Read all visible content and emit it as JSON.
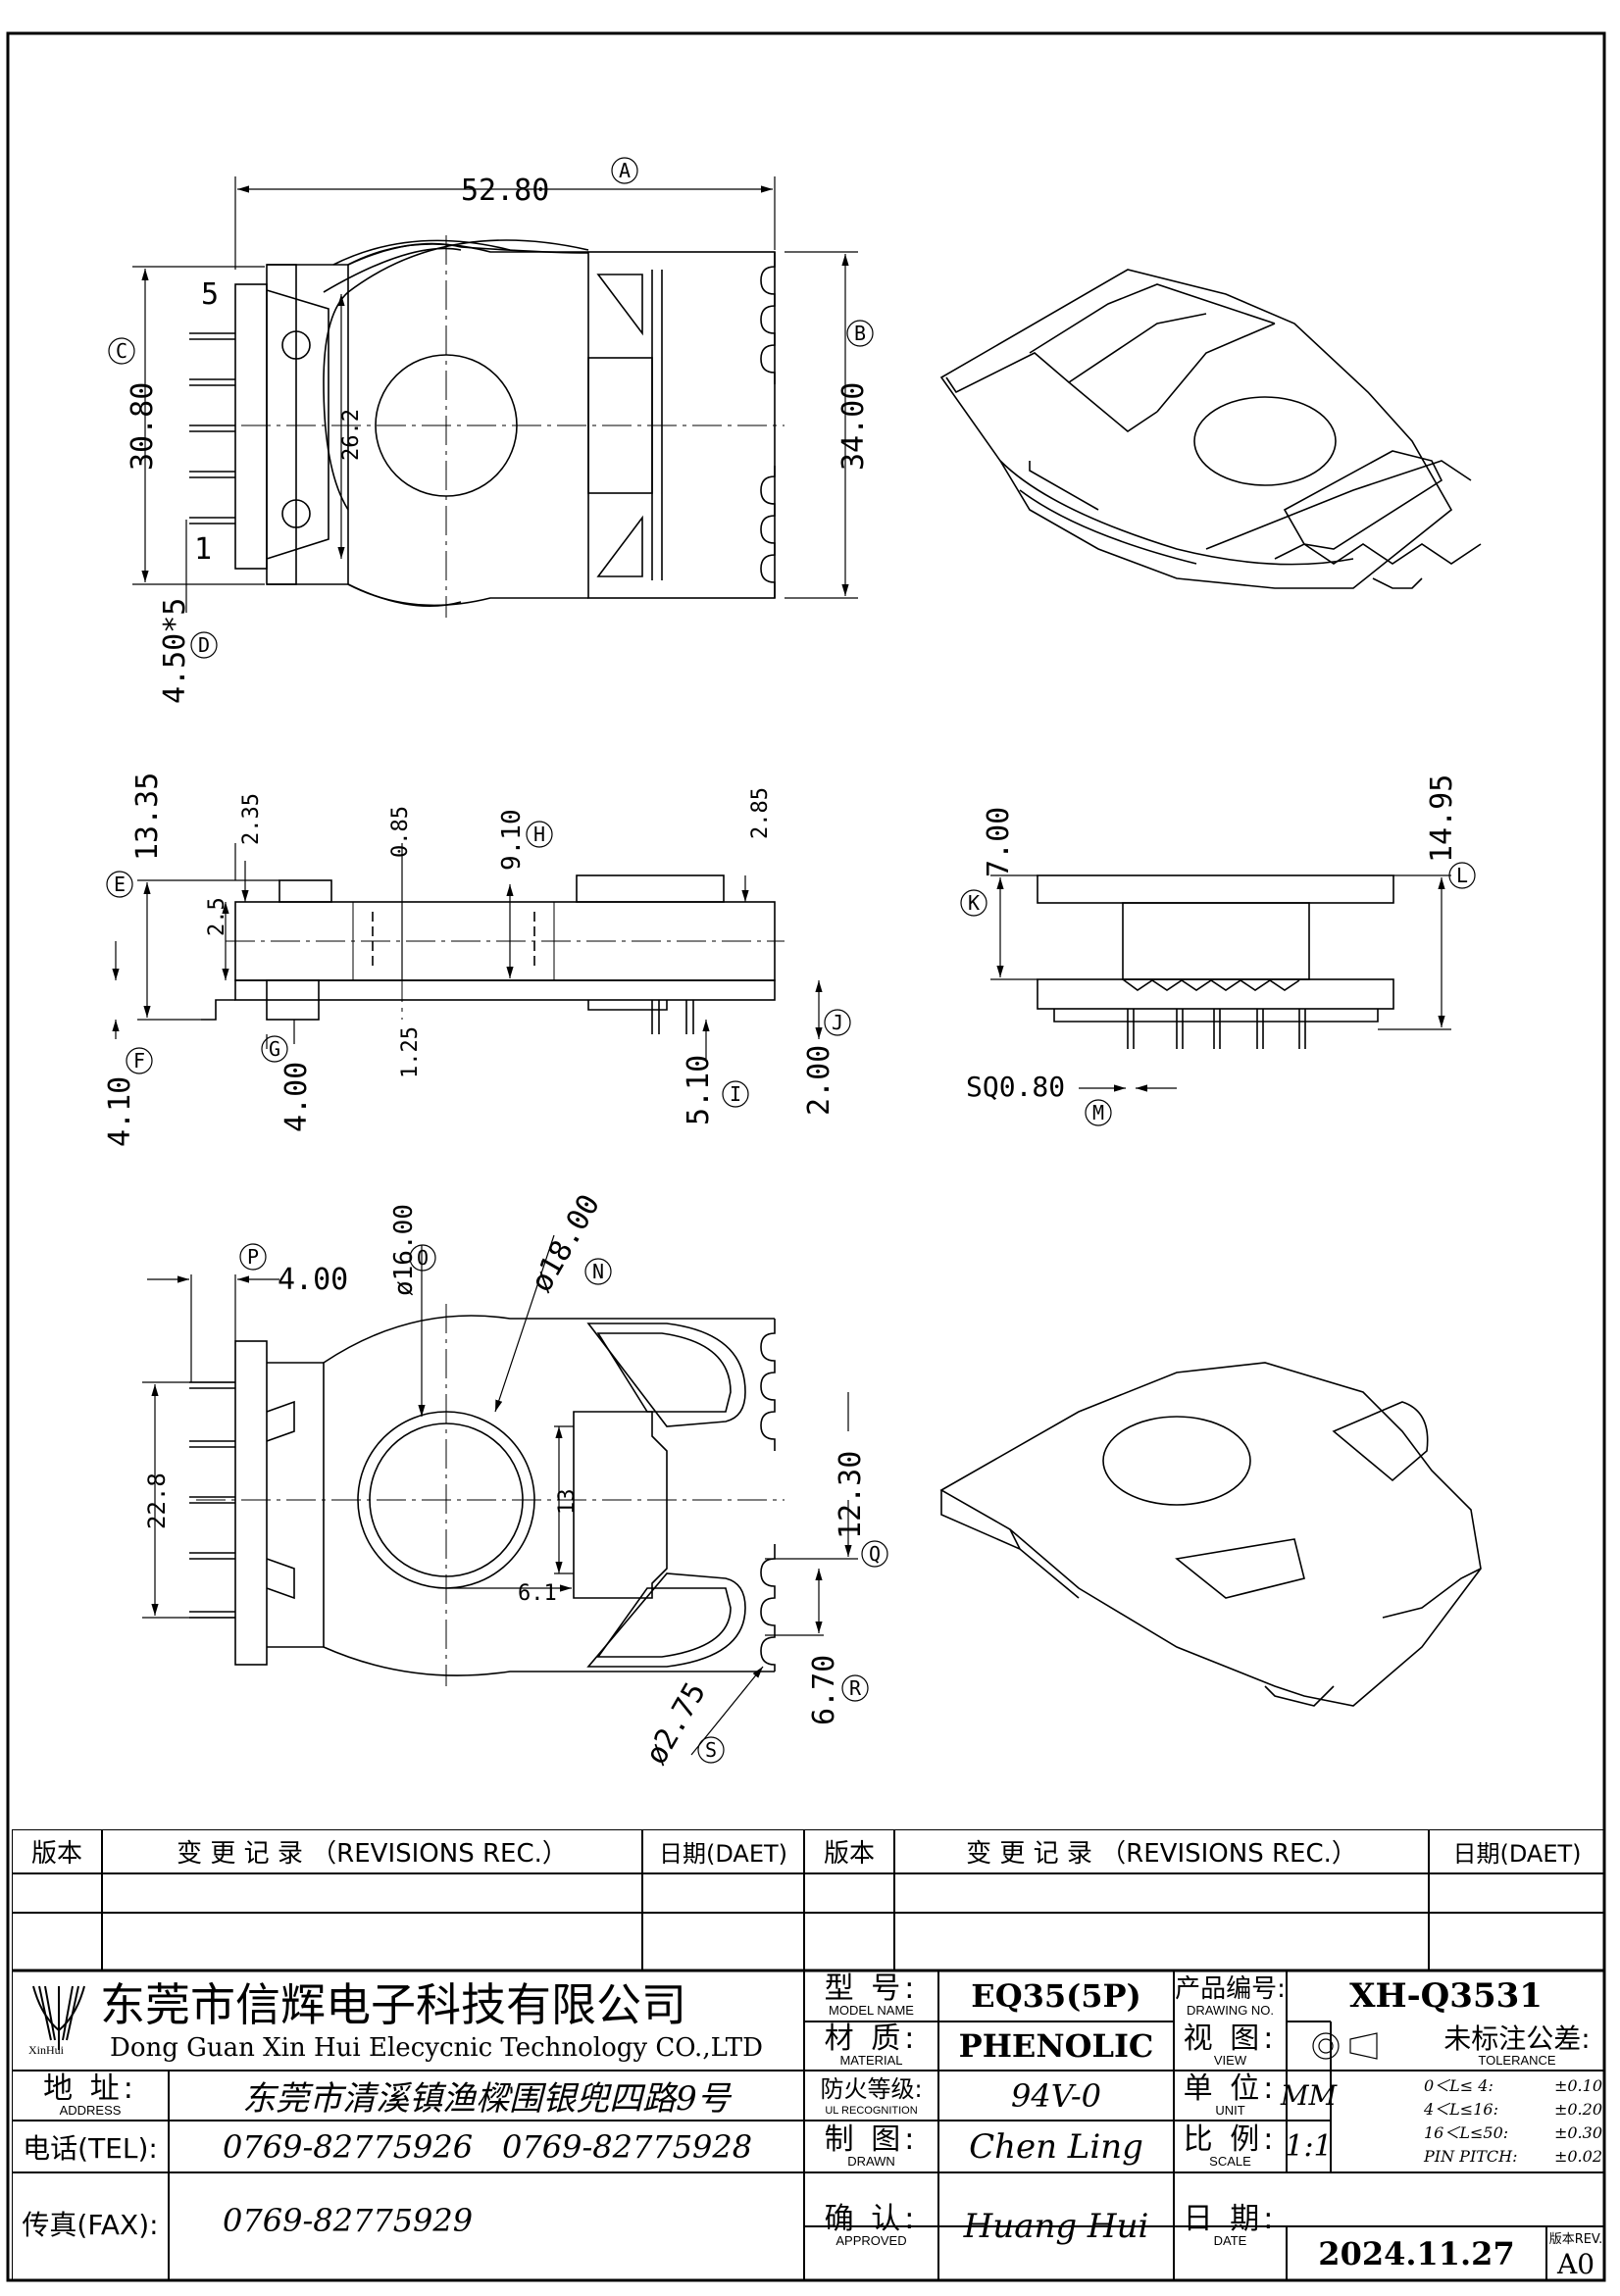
{
  "drawing": {
    "top_view": {
      "width": "52.80",
      "width_tag": "A",
      "height": "34.00",
      "height_tag": "B",
      "pin_span": "30.80",
      "pin_span_tag": "C",
      "pitch": "4.50*5",
      "pitch_tag": "D",
      "inner": "26.2",
      "pin_first": "1",
      "pin_last": "5"
    },
    "side_view": {
      "d1": "13.35",
      "d2": "2.35",
      "d3": "0.85",
      "d4": "9.10",
      "d4_tag": "H",
      "d5": "2.85",
      "d6": "2.5",
      "d7": "1.25",
      "d8": "4.10",
      "d8_tag": "F",
      "d9": "4.00",
      "d9_tag": "G",
      "d10": "5.10",
      "d10_tag": "I",
      "d11": "2.00",
      "d11_tag": "J",
      "tag_e": "E"
    },
    "front_view": {
      "h1": "7.00",
      "h1_tag": "K",
      "h2": "14.95",
      "h2_tag": "L",
      "pin": "SQ0.80",
      "pin_tag": "M"
    },
    "bottom_view": {
      "d_outer": "ø18.00",
      "d_outer_tag": "N",
      "d_inner": "ø16.00",
      "d_inner_tag": "O",
      "offset": "4.00",
      "offset_tag": "P",
      "span": "22.8",
      "slot": "13",
      "slot_w": "6.1",
      "h1": "12.30",
      "h1_tag": "Q",
      "h2": "6.70",
      "h2_tag": "R",
      "hole": "ø2.75",
      "hole_tag": "S"
    }
  },
  "revisions": {
    "headers": [
      "版本",
      "变 更 记 录 （REVISIONS REC.）",
      "日期(DAET)",
      "版本",
      "变 更 记 录 （REVISIONS REC.）",
      "日期(DAET)"
    ]
  },
  "company": {
    "name_cn": "东莞市信辉电子科技有限公司",
    "name_en": "Dong Guan Xin Hui Elecycnic Technology CO.,LTD",
    "logo_text": "XinHui",
    "address_label": "地  址:",
    "address_label_en": "ADDRESS",
    "address": "东莞市清溪镇渔樑围银兜四路9号",
    "tel_label": "电话(TEL):",
    "tel1": "0769-82775926",
    "tel2": "0769-82775928",
    "fax_label": "传真(FAX):",
    "fax": "0769-82775929"
  },
  "titleblock": {
    "model_label": "型  号:",
    "model_label_en": "MODEL NAME",
    "model": "EQ35(5P)",
    "material_label": "材  质:",
    "material_label_en": "MATERIAL",
    "material": "PHENOLIC",
    "ul_label": "防火等级:",
    "ul_label_en": "UL RECOGNITION",
    "ul": "94V-0",
    "drawn_label": "制  图:",
    "drawn_label_en": "DRAWN",
    "drawn": "Chen Ling",
    "approved_label": "确  认:",
    "approved_label_en": "APPROVED",
    "approved": "Huang Hui",
    "drawing_no_label": "产品编号:",
    "drawing_no_label_en": "DRAWING NO.",
    "drawing_no": "XH-Q3531",
    "view_label": "视  图:",
    "view_label_en": "VIEW",
    "unit_label": "单  位:",
    "unit_label_en": "UNIT",
    "unit": "MM",
    "scale_label": "比  例:",
    "scale_label_en": "SCALE",
    "scale": "1:1",
    "date_label": "日  期:",
    "date_label_en": "DATE",
    "date": "2024.11.27",
    "rev_label": "版本REV.",
    "rev": "A0",
    "tolerance_label": "未标注公差:",
    "tolerance_label_en": "TOLERANCE",
    "tolerances": [
      {
        "range": "0＜L≤ 4:",
        "value": "±0.10"
      },
      {
        "range": "4＜L≤16:",
        "value": "±0.20"
      },
      {
        "range": "16＜L≤50:",
        "value": "±0.30"
      },
      {
        "range": "PIN PITCH:",
        "value": "±0.02"
      }
    ]
  }
}
